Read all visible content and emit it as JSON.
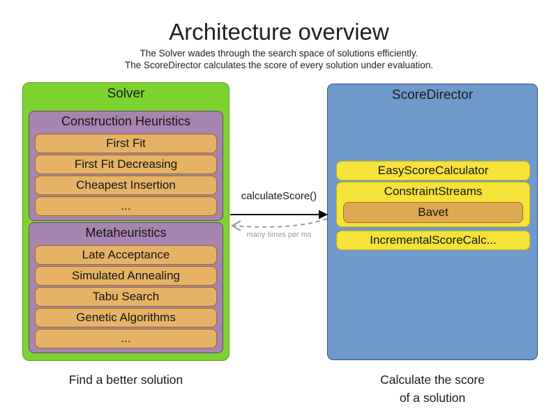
{
  "header": {
    "title": "Architecture overview",
    "subtitle_line1": "The Solver wades through the search space of solutions efficiently.",
    "subtitle_line2": "The ScoreDirector calculates the score of every solution under evaluation."
  },
  "solver": {
    "title": "Solver",
    "caption": "Find a better solution",
    "sections": [
      {
        "title": "Construction Heuristics",
        "items": [
          "First Fit",
          "First Fit Decreasing",
          "Cheapest Insertion",
          "..."
        ]
      },
      {
        "title": "Metaheuristics",
        "items": [
          "Late Acceptance",
          "Simulated Annealing",
          "Tabu Search",
          "Genetic Algorithms",
          "..."
        ]
      }
    ]
  },
  "score_director": {
    "title": "ScoreDirector",
    "caption_line1": "Calculate the score",
    "caption_line2": "of a solution",
    "calculators": [
      "EasyScoreCalculator",
      "ConstraintStreams",
      "IncrementalScoreCalc..."
    ],
    "constraint_streams_child": "Bavet"
  },
  "arrow": {
    "call_label": "calculateScore()",
    "frequency_label": "many times per ms"
  },
  "colors": {
    "solver_fill": "#7cd32f",
    "solver_border": "#56a012",
    "section_fill": "#a884b0",
    "section_border": "#69456f",
    "item_fill": "#e6b366",
    "item_border": "#9c6d1e",
    "score_director_fill": "#7099cc",
    "score_director_border": "#2f4f87",
    "calculator_fill": "#f6e339",
    "calculator_border": "#d1b600",
    "bavet_fill": "#dfa852",
    "solid_arrow": "#000000",
    "dashed_arrow": "#999999"
  }
}
